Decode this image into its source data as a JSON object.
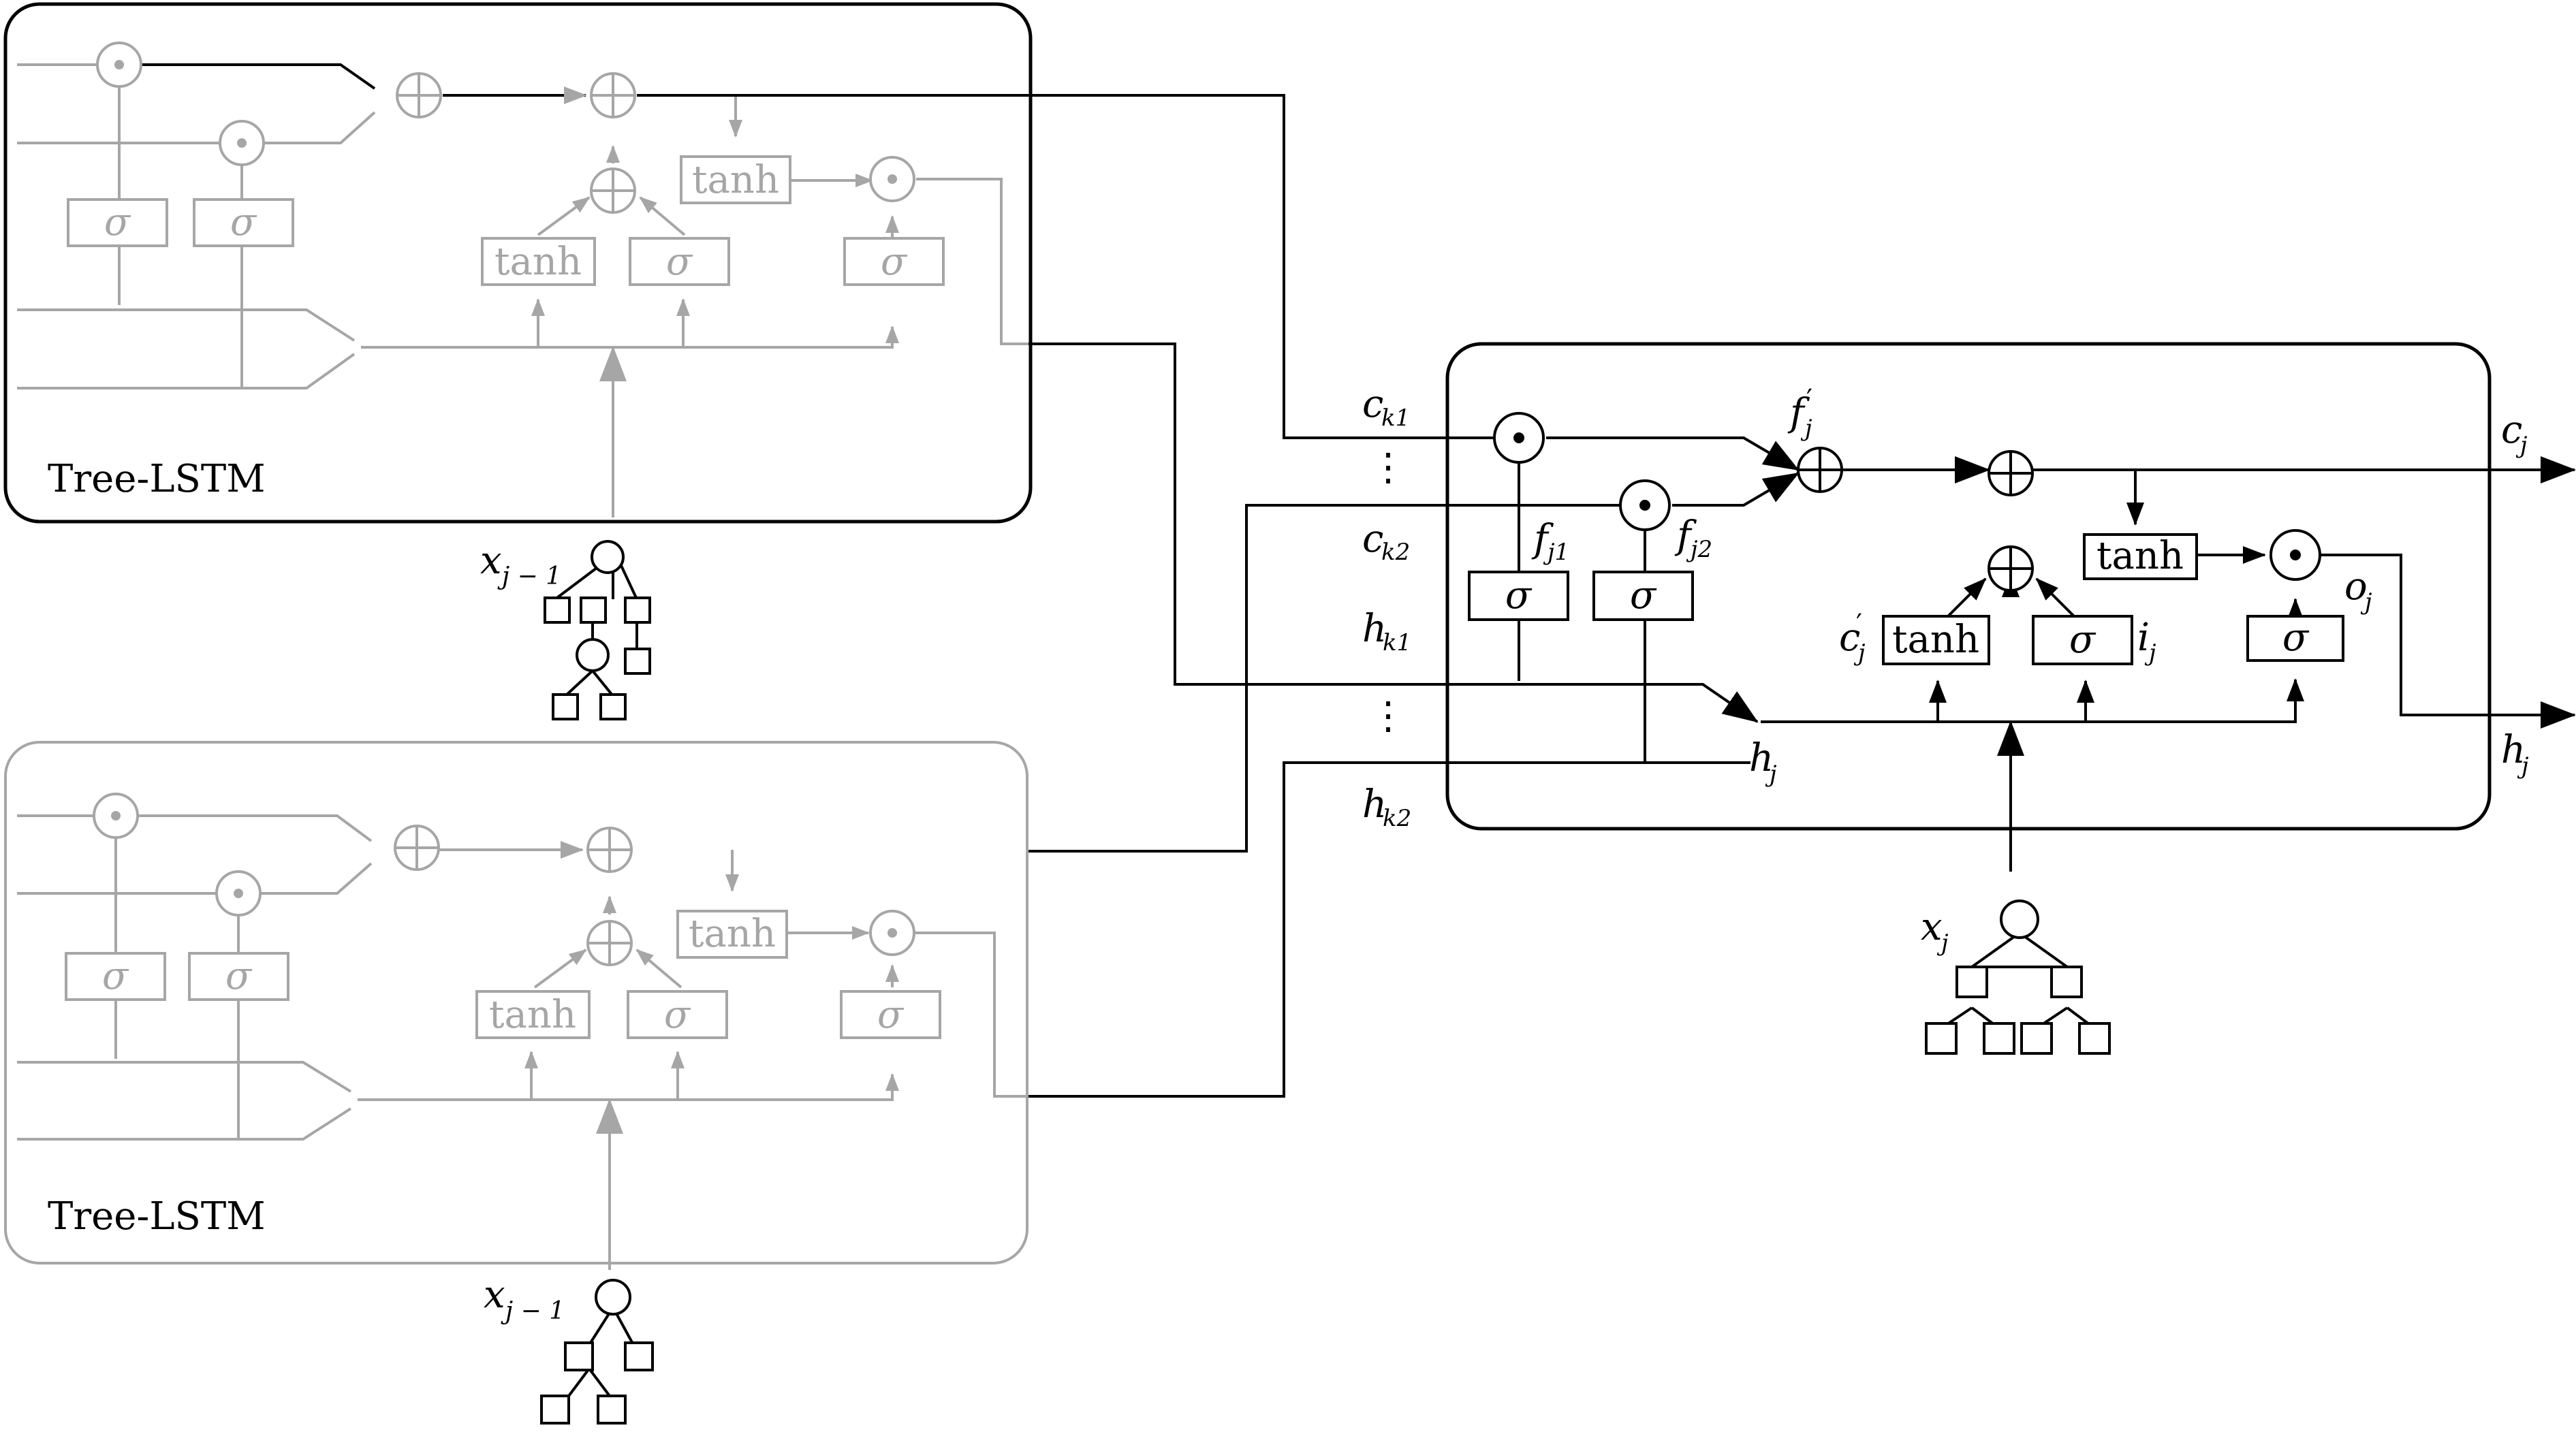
{
  "labels": {
    "tree_lstm": "Tree-LSTM",
    "tanh": "tanh",
    "sigma": "σ",
    "plus": "⊕",
    "dot": "⊙",
    "vdots": "⋮"
  },
  "vars": {
    "x": "x",
    "x_sub_prev": "j − 1",
    "x_sub_cur": "j",
    "c": "c",
    "h": "h",
    "f": "f",
    "i": "i",
    "o": "o",
    "k1": "k1",
    "k2": "k2",
    "j": "j",
    "j1": "j1",
    "j2": "j2",
    "prime": "′"
  },
  "colors": {
    "active": "#000000",
    "faded": "#a6a6a6"
  }
}
